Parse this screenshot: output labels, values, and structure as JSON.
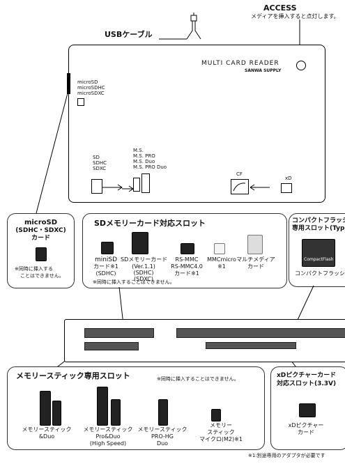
{
  "top": {
    "access_title": "ACCESS",
    "access_desc": "メディアを挿入すると点灯します。",
    "usb_label": "USBケーブル",
    "product_line1": "MULTI CARD READER",
    "product_line2": "SANWA SUPPLY"
  },
  "device_labels": {
    "microsd_slot": [
      "microSD",
      "microSDHC",
      "microSDXC"
    ],
    "sd_slot": [
      "SD",
      "SDHC",
      "SDXC"
    ],
    "ms_slot": [
      "M.S.",
      "M.S. PRO",
      "M.S. Duo",
      "M.S. PRO Duo"
    ],
    "cf_slot": "CF",
    "xd_slot": "xD"
  },
  "microsd_box": {
    "title": [
      "microSD",
      "(SDHC・SDXC)",
      "カード"
    ],
    "note": [
      "※同時に挿入する",
      "ことはできません。"
    ]
  },
  "sd_box": {
    "title": "SDメモリーカード対応スロット",
    "cards": [
      {
        "label": [
          "miniSD",
          "カード※1",
          "(SDHC)"
        ]
      },
      {
        "label": [
          "SDメモリーカード",
          "(Ver.1.1)",
          "(SDHC)",
          "(SDXC)"
        ]
      },
      {
        "label": [
          "RS-MMC",
          "RS-MMC4.0",
          "カード※1"
        ]
      },
      {
        "label": [
          "MMCmicro",
          "※1"
        ]
      },
      {
        "label": [
          "マルチメディア",
          "カード"
        ]
      }
    ],
    "note": "※同時に挿入することはできません。"
  },
  "cf_box": {
    "title": [
      "コンパクトフラッシ",
      "専用スロット(Type"
    ],
    "card_text": "CompactFlash",
    "label": "コンパクトフラッシュ"
  },
  "ms_box": {
    "title": "メモリースティック専用スロット",
    "note": "※同時に挿入することはできません。",
    "cards": [
      {
        "label": [
          "メモリースティック",
          "&Duo"
        ]
      },
      {
        "label": [
          "メモリースティック",
          "Pro&Duo",
          "(High Speed)"
        ]
      },
      {
        "label": [
          "メモリースティック",
          "PRO-HG",
          "Duo"
        ]
      },
      {
        "label": [
          "メモリー",
          "スティック",
          "マイクロ(M2)※1"
        ]
      }
    ]
  },
  "xd_box": {
    "title": [
      "xDピクチャーカード",
      "対応スロット(3.3V)"
    ],
    "label": [
      "xDピクチャー",
      "カード"
    ]
  },
  "footnote": "※1:別途専用のアダプタが必要です"
}
